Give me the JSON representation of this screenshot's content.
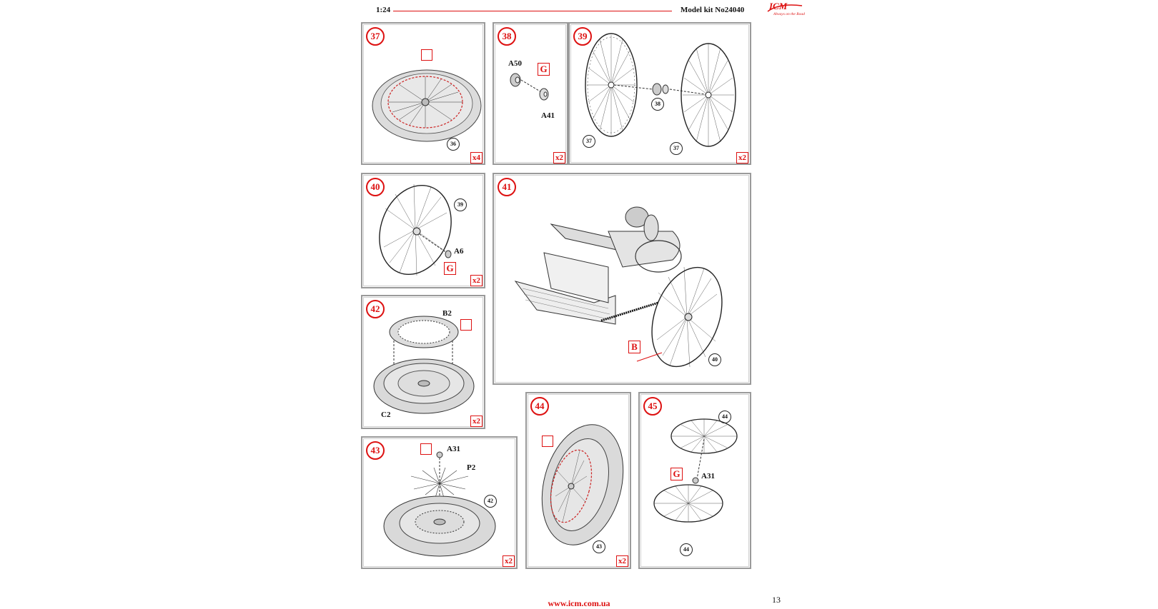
{
  "header": {
    "scale": "1:24",
    "kit": "Model kit No24040",
    "logo": "ICM",
    "logo_tagline": "Always on the Road"
  },
  "footer": {
    "url": "www.icm.com.ua",
    "page": "13"
  },
  "colors": {
    "accent": "#dd1111",
    "frame": "#9a9a9a",
    "part": "#d9d9d9"
  },
  "steps": [
    {
      "num": "37",
      "mult": "x4",
      "refs": [
        "36"
      ]
    },
    {
      "num": "38",
      "mult": "x2",
      "parts": [
        "A50",
        "A41"
      ],
      "box": "G"
    },
    {
      "num": "39",
      "mult": "x2",
      "refs": [
        "37",
        "38",
        "37"
      ]
    },
    {
      "num": "40",
      "mult": "x2",
      "refs": [
        "39"
      ],
      "parts": [
        "A6"
      ],
      "box": "G"
    },
    {
      "num": "41",
      "refs": [
        "40"
      ],
      "box": "B"
    },
    {
      "num": "42",
      "mult": "x2",
      "parts": [
        "B2",
        "C2"
      ]
    },
    {
      "num": "43",
      "mult": "x2",
      "parts": [
        "A31",
        "P2"
      ],
      "refs": [
        "42"
      ]
    },
    {
      "num": "44",
      "mult": "x2",
      "refs": [
        "43"
      ]
    },
    {
      "num": "45",
      "refs": [
        "44",
        "44"
      ],
      "parts": [
        "A31"
      ],
      "box": "G"
    }
  ]
}
